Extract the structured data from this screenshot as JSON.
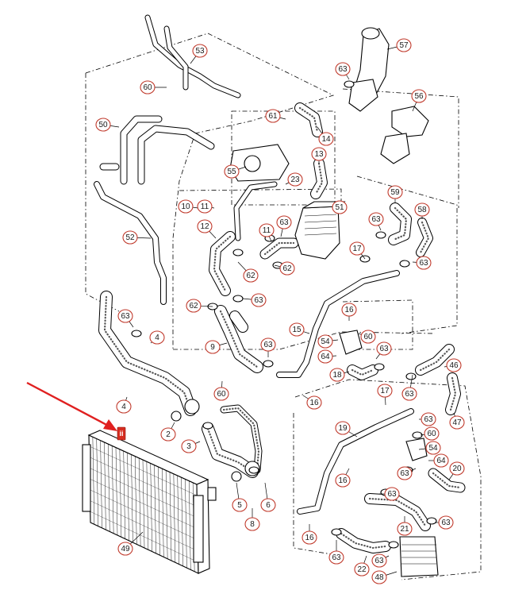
{
  "accent_color": "#e02020",
  "callout_ring_color": "#c0392b",
  "callouts": [
    "57",
    "63",
    "53",
    "56",
    "60",
    "61",
    "50",
    "14",
    "13",
    "55",
    "23",
    "10",
    "11",
    "51",
    "59",
    "63",
    "58",
    "12",
    "63",
    "11",
    "17",
    "63",
    "52",
    "62",
    "62",
    "62",
    "63",
    "16",
    "15",
    "60",
    "63",
    "4",
    "9",
    "63",
    "54",
    "64",
    "63",
    "18",
    "46",
    "63",
    "17",
    "4",
    "60",
    "16",
    "63",
    "47",
    "2",
    "3",
    "19",
    "60",
    "54",
    "64",
    "20",
    "16",
    "63",
    "63",
    "5",
    "6",
    "8",
    "21",
    "63",
    "49",
    "16",
    "63",
    "22",
    "63",
    "48"
  ],
  "selected_marker": {
    "label": "ii"
  },
  "arrow": {
    "label": ""
  }
}
